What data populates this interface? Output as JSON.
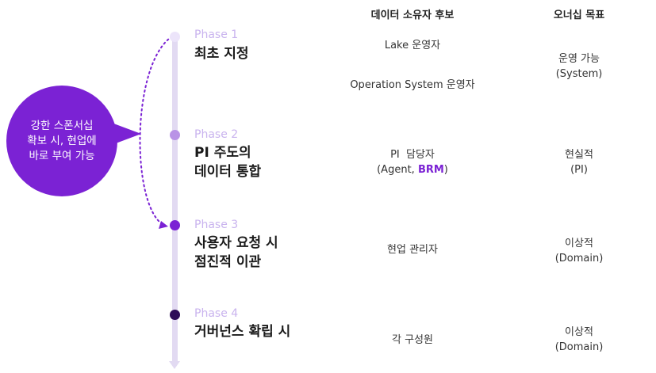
{
  "headers": {
    "candidate": "데이터 소유자 후보",
    "goal": "오너십 목표"
  },
  "callout": {
    "line1": "강한 스폰서십",
    "line2": "확보 시, 현업에",
    "line3": "바로 부여 가능"
  },
  "phases": [
    {
      "label": "Phase 1",
      "title_lines": [
        "최초 지정"
      ],
      "candidates": [
        "Lake 운영자",
        "Operation System 운영자"
      ],
      "goal_lines": [
        "운영 가능",
        "(System)"
      ]
    },
    {
      "label": "Phase 2",
      "title_lines": [
        "PI 주도의",
        "데이터 통합"
      ],
      "candidate_line1": "PI  담당자",
      "candidate_line2_prefix": "(Agent, ",
      "candidate_line2_highlight": "BRM",
      "candidate_line2_suffix": ")",
      "goal_lines": [
        "현실적",
        "(PI)"
      ]
    },
    {
      "label": "Phase 3",
      "title_lines": [
        "사용자 요청 시",
        "점진적 이관"
      ],
      "candidates": [
        "현업 관리자"
      ],
      "goal_lines": [
        "이상적",
        "(Domain)"
      ]
    },
    {
      "label": "Phase 4",
      "title_lines": [
        "거버넌스 확립 시"
      ],
      "candidates": [
        "각 구성원"
      ],
      "goal_lines": [
        "이상적",
        "(Domain)"
      ]
    }
  ],
  "colors": {
    "accent": "#7b22d4",
    "phase_label": "#c9b3ee",
    "timeline": "#e2daf2",
    "dot1": "#ece4fa",
    "dot2": "#b993e6",
    "dot3": "#7b22d4",
    "dot4": "#2d0d57"
  }
}
